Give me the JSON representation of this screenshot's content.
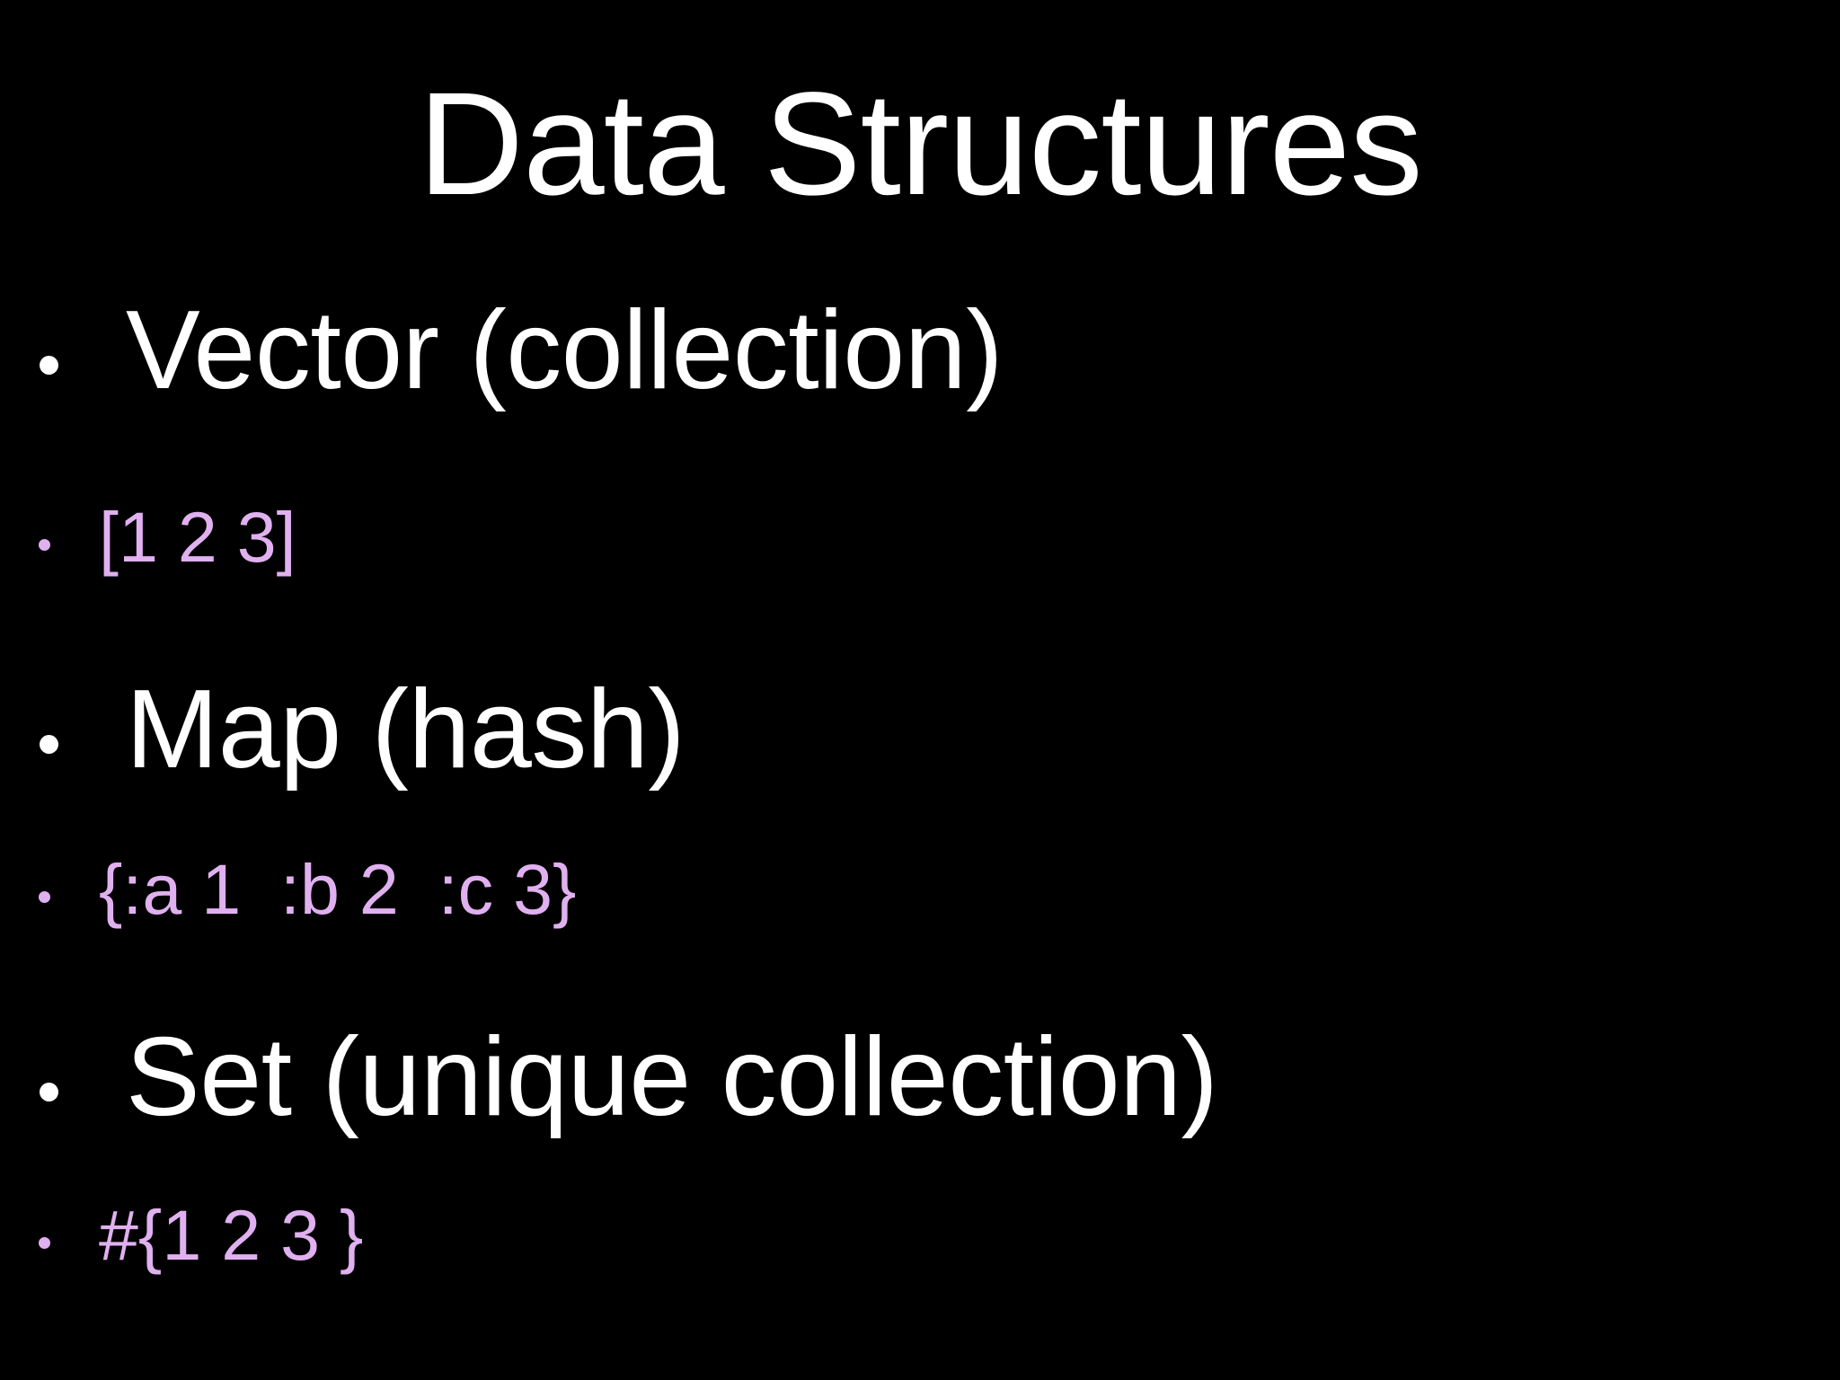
{
  "slide": {
    "background_color": "#000000",
    "title": "Data Structures",
    "title_color": "#ffffff",
    "accent_color": "#e0b0f0",
    "bullets": [
      {
        "level": 1,
        "text": "Vector (collection)",
        "color": "#ffffff",
        "marker": "bullet-dot"
      },
      {
        "level": 2,
        "text": "[1 2 3]",
        "color": "#e0b0f0",
        "marker": "bullet-dot"
      },
      {
        "level": 1,
        "text": "Map (hash)",
        "color": "#ffffff",
        "marker": "bullet-dot"
      },
      {
        "level": 2,
        "text": "{:a 1  :b 2  :c 3}",
        "color": "#e0b0f0",
        "marker": "bullet-dot"
      },
      {
        "level": 1,
        "text": "Set (unique collection)",
        "color": "#ffffff",
        "marker": "bullet-dot"
      },
      {
        "level": 2,
        "text": "#{1 2 3 }",
        "color": "#e0b0f0",
        "marker": "bullet-dot"
      }
    ]
  }
}
